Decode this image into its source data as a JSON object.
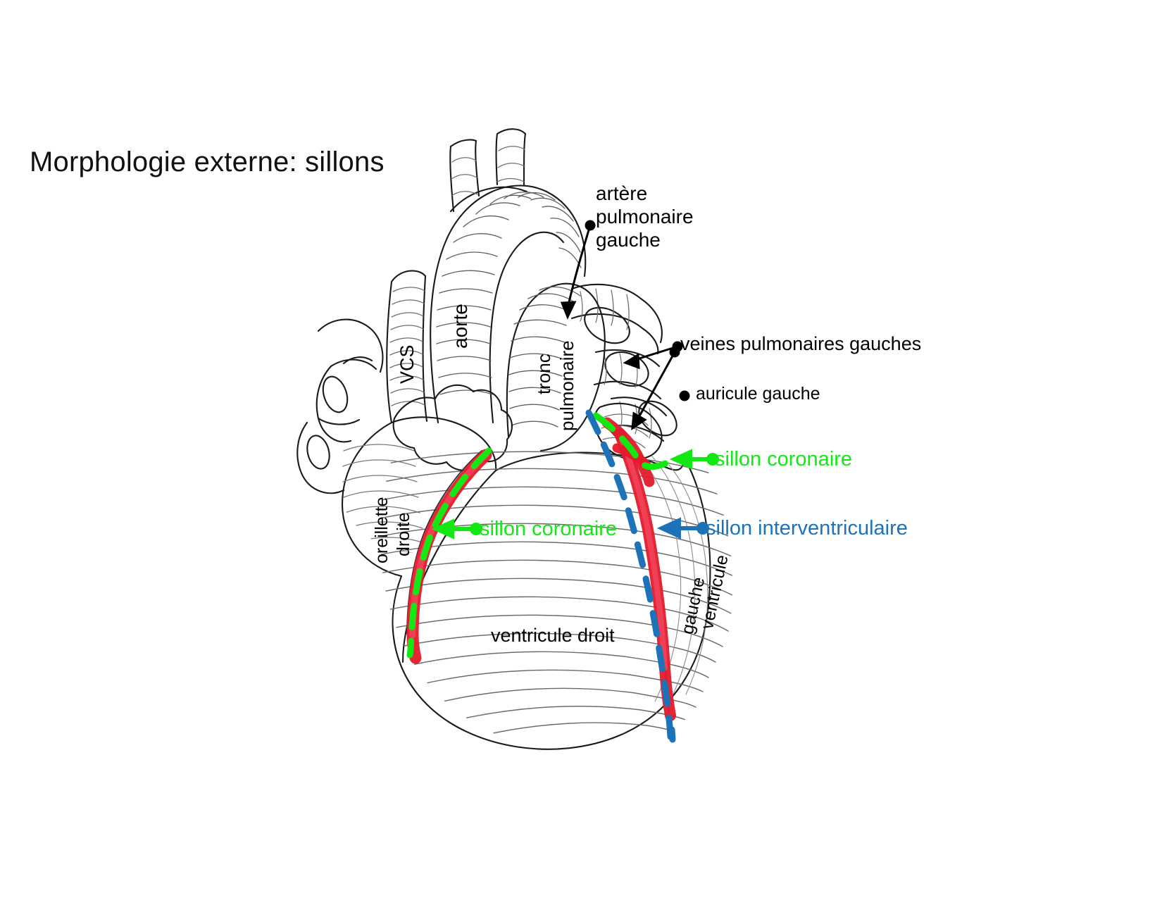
{
  "slide": {
    "title": "Morphologie externe: sillons",
    "background_color": "#ffffff",
    "text_color": "#000000"
  },
  "colors": {
    "green": "#14e814",
    "blue": "#1d72b8",
    "red": "#e41a2c",
    "ink": "#1a1a1a"
  },
  "figure": {
    "description": "Vue antérieure du coeur, gravure anatomique en traits hachurés",
    "sulci": [
      {
        "name": "sillon coronaire droit",
        "style": "dashed",
        "color": "#14e814"
      },
      {
        "name": "sillon coronaire gauche",
        "style": "dashed",
        "color": "#14e814"
      },
      {
        "name": "sillon interventriculaire anterieur",
        "style": "dashed",
        "color": "#1d72b8"
      }
    ],
    "vessel_highlight_color": "#e41a2c"
  },
  "labels": {
    "artere_pulmonaire_gauche": "artère\npulmonaire\ngauche",
    "veines_pulmonaires_gauches": "veines pulmonaires gauches",
    "auricule_gauche": "auricule gauche",
    "vcs": "VCS",
    "aorte": "aorte",
    "tronc": "tronc",
    "pulmonaire": "pulmonaire",
    "oreillette": "oreillette",
    "droite": "droite",
    "ventricule_droit": "ventricule droit",
    "ventricule": "ventricule",
    "gauche": "gauche",
    "sillon_coronaire_haut": "sillon coronaire",
    "sillon_coronaire_bas": "sillon coronaire",
    "sillon_interventriculaire": "sillon interventriculaire"
  }
}
